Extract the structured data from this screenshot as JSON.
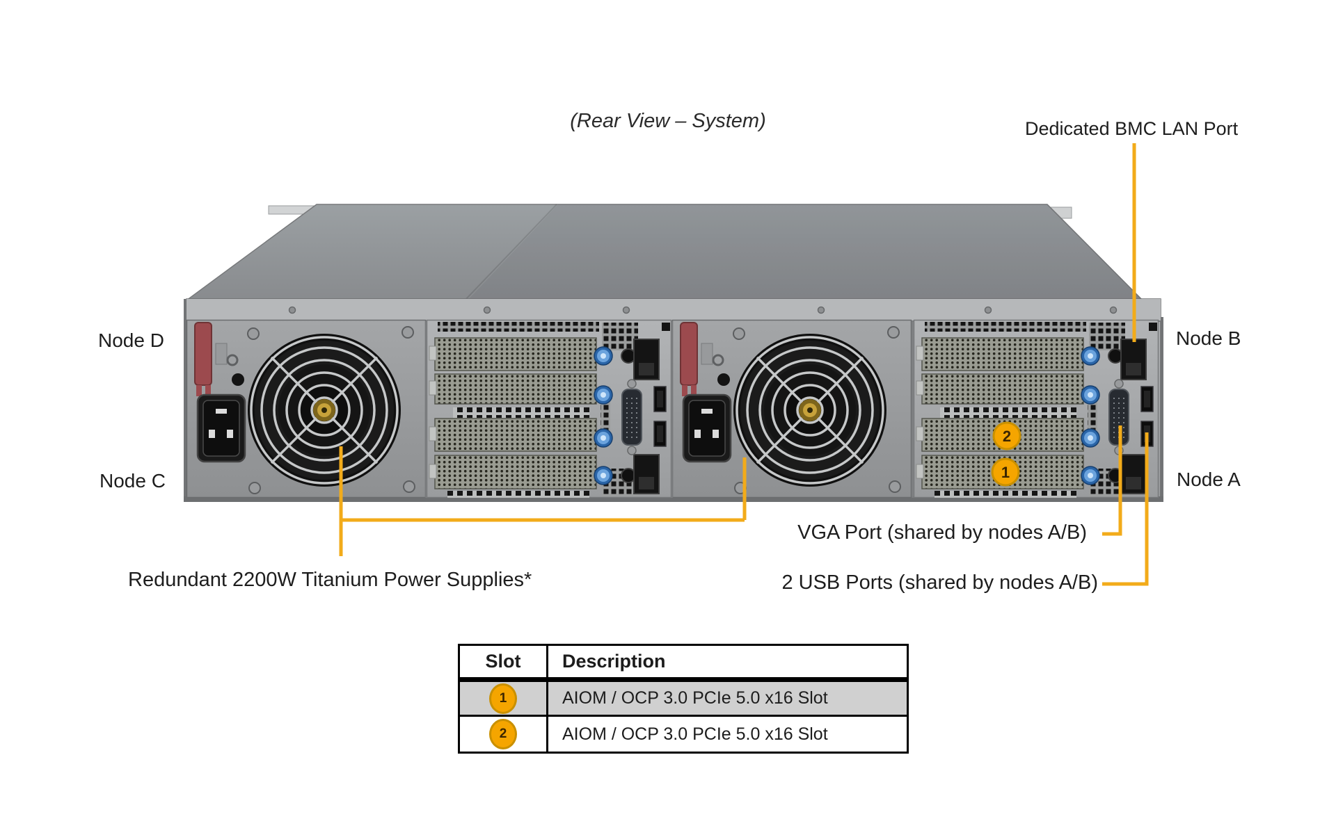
{
  "title": "(Rear View – System)",
  "labels": {
    "bmc_port": "Dedicated BMC LAN Port",
    "node_d": "Node D",
    "node_c": "Node C",
    "node_b": "Node B",
    "node_a": "Node A",
    "vga_port": "VGA Port (shared by nodes A/B)",
    "usb_ports": "2 USB Ports (shared by nodes A/B)",
    "power_supplies": "Redundant 2200W Titanium Power Supplies*"
  },
  "chassis_markers": {
    "slot2": "2",
    "slot1": "1"
  },
  "table": {
    "headers": [
      "Slot",
      "Description"
    ],
    "rows": [
      {
        "slot": "1",
        "description": "AIOM / OCP 3.0 PCIe 5.0 x16 Slot"
      },
      {
        "slot": "2",
        "description": "AIOM / OCP 3.0 PCIe 5.0 x16 Slot"
      }
    ]
  },
  "colors": {
    "callout_yellow": "#F2AB1A",
    "marker_fill": "#F5A500",
    "marker_border": "#C99000",
    "table_row_highlight": "#D0D0D0",
    "thumbscrew_blue": "#5B9BD5",
    "psu_latch_red": "#9C4A4E",
    "chassis_panel": "#A6A8AA",
    "chassis_lid": "#939597"
  }
}
